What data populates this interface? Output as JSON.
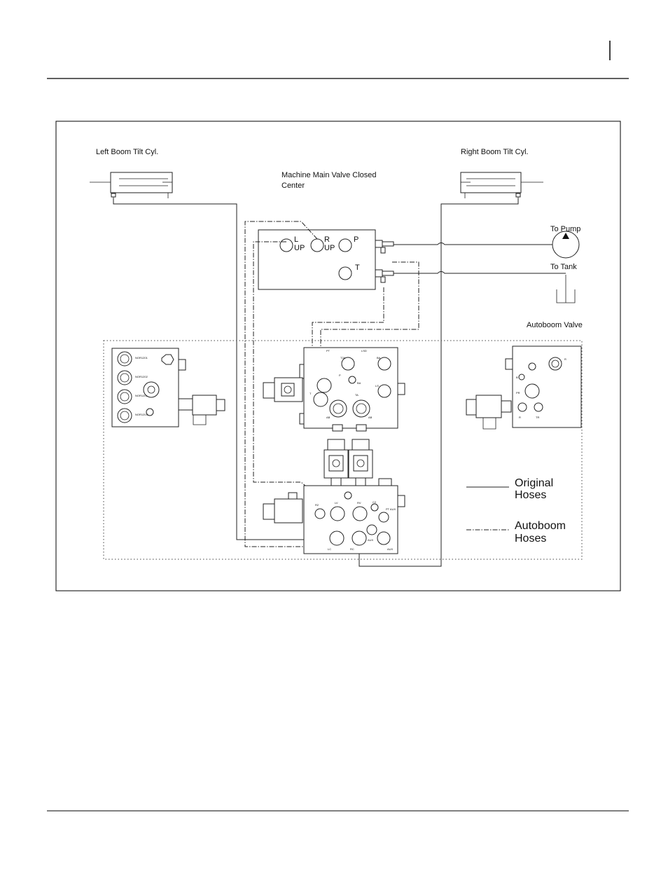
{
  "labels": {
    "left_cyl": "Left  Boom  Tilt  Cyl.",
    "right_cyl": "Right  Boom  Tilt  Cyl.",
    "main_valve_l1": "Machine  Main  Valve  Closed",
    "main_valve_l2": "Center",
    "port_l": "L",
    "port_l_up": "UP",
    "port_r": "R",
    "port_r_up": "UP",
    "port_p": "P",
    "port_t": "T",
    "to_pump": "To  Pump",
    "to_tank": "To  Tank",
    "autoboom_valve": "Autoboom  Valve"
  },
  "legend": {
    "original_l1": "Original",
    "original_l2": "Hoses",
    "autoboom_l1": "Autoboom",
    "autoboom_l2": "Hoses"
  },
  "valve_ports": {
    "left_block": [
      "NOR1201",
      "NOR1202",
      "NOR1203",
      "NOR1204"
    ],
    "center_block": [
      "PT",
      "LSD",
      "T2A",
      "BA",
      "P",
      "BA",
      "T",
      "LS",
      "AB",
      "TA",
      "AB"
    ],
    "right_block": [
      "R",
      "B",
      "PR",
      "R",
      "TR"
    ],
    "lower_block": [
      "LV",
      "RV",
      "LC",
      "RC",
      "AUX",
      "PT AUX",
      "AUX",
      "R2",
      "C2"
    ]
  }
}
